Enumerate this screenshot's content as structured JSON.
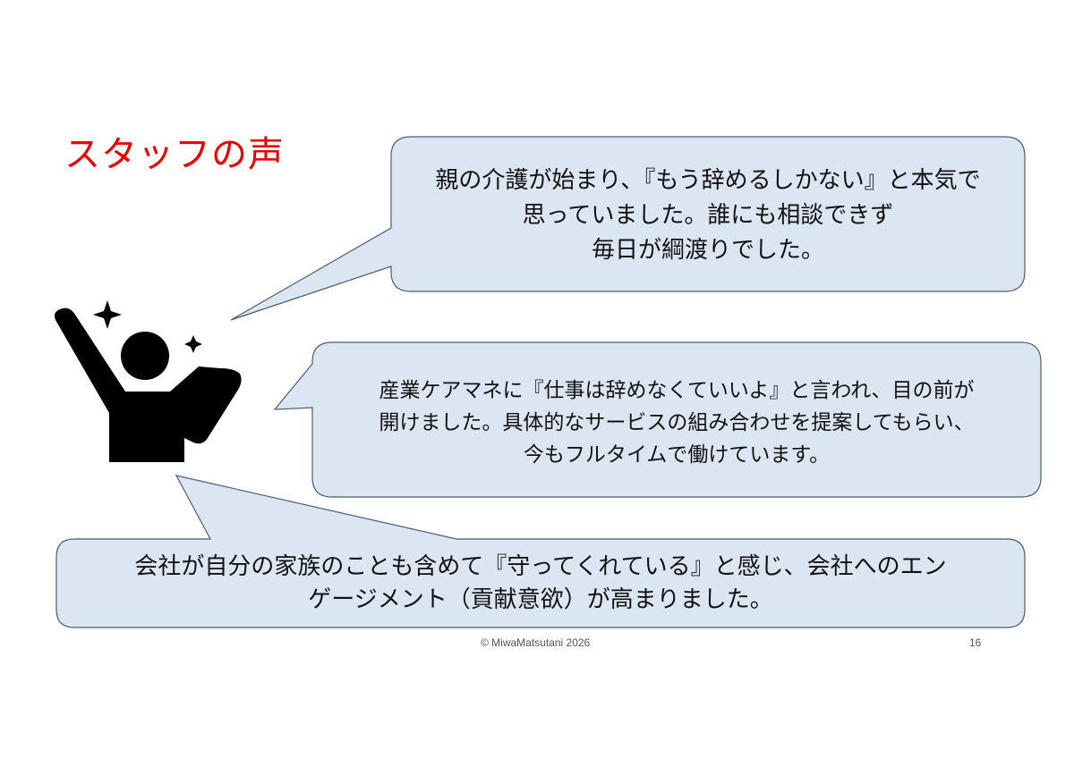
{
  "title": "スタッフの声",
  "bubbles": [
    {
      "lines": [
        "親の介護が始まり、『もう辞めるしかない』と本気で",
        "思っていました。誰にも相談できず",
        "毎日が綱渡りでした。"
      ]
    },
    {
      "lines": [
        "産業ケアマネに『仕事は辞めなくていいよ』と言われ、目の前が",
        "開けました。具体的なサービスの組み合わせを提案してもらい、",
        "今もフルタイムで働けています。"
      ]
    },
    {
      "lines": [
        "会社が自分の家族のことも含めて『守ってくれている』と感じ、会社へのエン",
        "ゲージメント（貢献意欲）が高まりました。"
      ]
    }
  ],
  "footer": {
    "copyright": "© MiwaMatsutani 2026",
    "page_number": "16"
  },
  "colors": {
    "title": "#ee0000",
    "bubble_fill": "#dce6f2",
    "bubble_stroke": "#4a5d73"
  }
}
